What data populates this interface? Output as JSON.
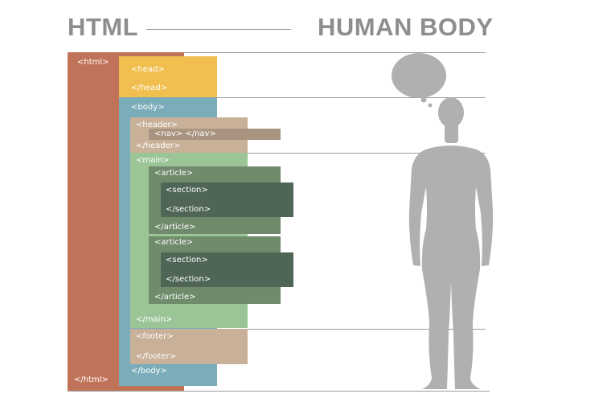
{
  "titles": {
    "left": "HTML",
    "right": "HUMAN BODY"
  },
  "tags": {
    "html_open": "<html>",
    "html_close": "</html>",
    "head_open": "<head>",
    "head_close": "</head>",
    "body_open": "<body>",
    "body_close": "</body>",
    "header_open": "<header>",
    "header_close": "</header>",
    "nav": "<nav>  </nav>",
    "main_open": "<main>",
    "main_close": "</main>",
    "article1_open": "<article>",
    "article1_close": "</article>",
    "section1_open": "<section>",
    "section1_close": "</section>",
    "article2_open": "<article>",
    "article2_close": "</article>",
    "section2_open": "<section>",
    "section2_close": "</section>",
    "footer_open": "<footer>",
    "footer_close": "</footer>"
  },
  "colors": {
    "html": "#c07358",
    "head": "#f0bf4f",
    "body": "#7aacb9",
    "header": "#c8b198",
    "nav": "#a89480",
    "main": "#9bc597",
    "article": "#6f8b6b",
    "section": "#4f6657",
    "footer": "#c8b198",
    "figure": "#b0b0b0",
    "title": "#8e8e8e"
  }
}
